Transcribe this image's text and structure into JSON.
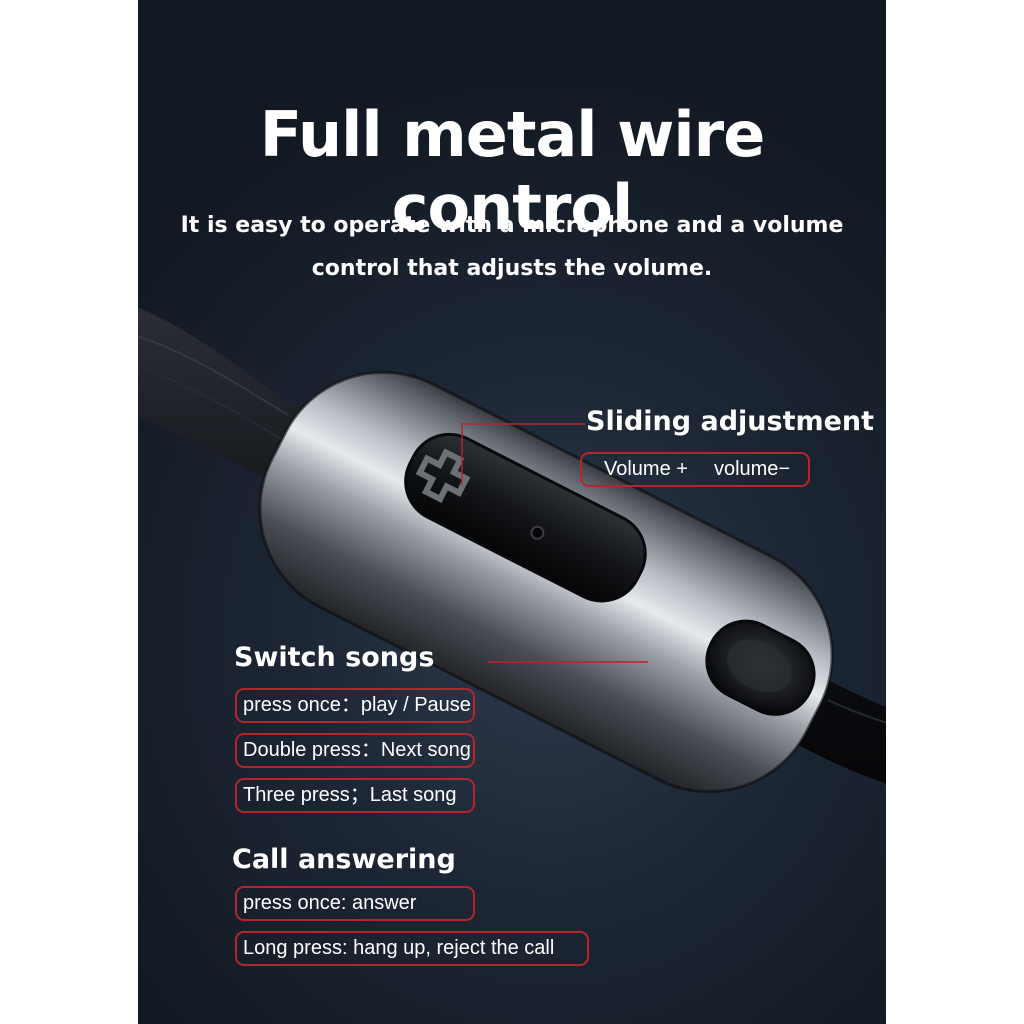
{
  "title": "Full metal wire control",
  "subtitle": {
    "line1": "It is easy to operate with a microphone and a volume",
    "line2": "control that adjusts the volume."
  },
  "sliding": {
    "heading": "Sliding adjustment",
    "volume_up": "Volume +",
    "volume_down": "volume−"
  },
  "switch_songs": {
    "heading": "Switch songs",
    "items": [
      "press once：play / Pause",
      "Double press：Next song",
      "Three press；Last song"
    ]
  },
  "call": {
    "heading": "Call answering",
    "items": [
      "press once: answer",
      "Long press: hang up, reject the call"
    ]
  },
  "colors": {
    "background": "#1d2735",
    "accent": "#b3262b",
    "text": "#ffffff"
  }
}
